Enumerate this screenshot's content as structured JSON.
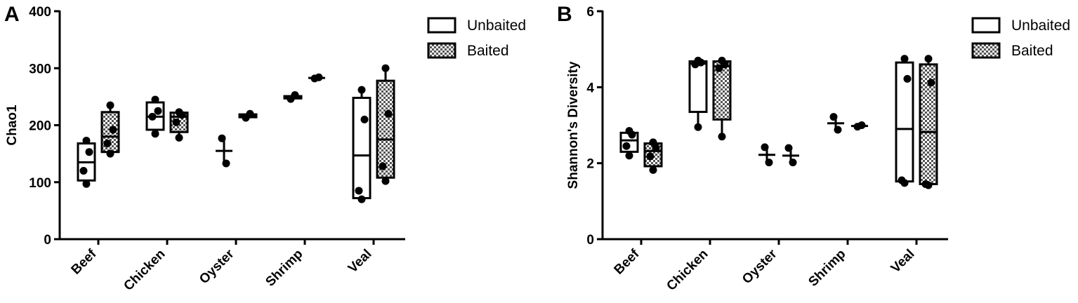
{
  "colors": {
    "ink": "#000000",
    "unbaited_fill": "#ffffff",
    "baited_pattern": "checkerboard"
  },
  "chart_data": [
    {
      "type": "box",
      "panel": "A",
      "ylabel": "Chao1",
      "ylim": [
        0,
        400
      ],
      "yticks": [
        0,
        100,
        200,
        300,
        400
      ],
      "categories": [
        "Beef",
        "Chicken",
        "Oyster",
        "Shrimp",
        "Veal"
      ],
      "legend": {
        "position": "top-right",
        "entries": [
          "Unbaited",
          "Baited"
        ]
      },
      "series": [
        {
          "name": "Unbaited",
          "groups": [
            {
              "category": "Beef",
              "min": 97,
              "q1": 103,
              "median": 135,
              "q3": 168,
              "max": 173,
              "points": [
                173,
                153,
                120,
                97
              ]
            },
            {
              "category": "Chicken",
              "min": 185,
              "q1": 192,
              "median": 215,
              "q3": 240,
              "max": 245,
              "points": [
                245,
                225,
                215,
                185
              ]
            },
            {
              "category": "Oyster",
              "min": 133,
              "q1": 155,
              "median": 155,
              "q3": 155,
              "max": 177,
              "points": [
                177,
                133
              ]
            },
            {
              "category": "Shrimp",
              "min": 246,
              "q1": 247,
              "median": 249,
              "q3": 251,
              "max": 253,
              "points": [
                246,
                253
              ]
            },
            {
              "category": "Veal",
              "min": 70,
              "q1": 72,
              "median": 147,
              "q3": 248,
              "max": 262,
              "points": [
                262,
                210,
                85,
                70
              ]
            }
          ]
        },
        {
          "name": "Baited",
          "groups": [
            {
              "category": "Beef",
              "min": 150,
              "q1": 153,
              "median": 180,
              "q3": 223,
              "max": 235,
              "points": [
                235,
                192,
                168,
                150
              ]
            },
            {
              "category": "Chicken",
              "min": 178,
              "q1": 188,
              "median": 215,
              "q3": 222,
              "max": 223,
              "points": [
                223,
                218,
                205,
                178
              ]
            },
            {
              "category": "Oyster",
              "min": 213,
              "q1": 214,
              "median": 217,
              "q3": 219,
              "max": 220,
              "points": [
                213,
                220
              ]
            },
            {
              "category": "Shrimp",
              "min": 282,
              "q1": 282,
              "median": 283,
              "q3": 283,
              "max": 284,
              "points": [
                282,
                284
              ]
            },
            {
              "category": "Veal",
              "min": 100,
              "q1": 108,
              "median": 175,
              "q3": 278,
              "max": 300,
              "points": [
                300,
                220,
                128,
                102
              ]
            }
          ]
        }
      ]
    },
    {
      "type": "box",
      "panel": "B",
      "ylabel": "Shannon's Diversity",
      "ylim": [
        0,
        6
      ],
      "yticks": [
        0,
        2,
        4,
        6
      ],
      "categories": [
        "Beef",
        "Chicken",
        "Oyster",
        "Shrimp",
        "Veal"
      ],
      "legend": {
        "position": "top-right",
        "entries": [
          "Unbaited",
          "Baited"
        ]
      },
      "series": [
        {
          "name": "Unbaited",
          "groups": [
            {
              "category": "Beef",
              "min": 2.2,
              "q1": 2.3,
              "median": 2.6,
              "q3": 2.8,
              "max": 2.85,
              "points": [
                2.85,
                2.75,
                2.45,
                2.2
              ]
            },
            {
              "category": "Chicken",
              "min": 2.95,
              "q1": 3.35,
              "median": 4.62,
              "q3": 4.68,
              "max": 4.7,
              "points": [
                4.7,
                4.65,
                4.6,
                2.95
              ]
            },
            {
              "category": "Oyster",
              "min": 2.02,
              "q1": 2.22,
              "median": 2.22,
              "q3": 2.22,
              "max": 2.42,
              "points": [
                2.42,
                2.02
              ]
            },
            {
              "category": "Shrimp",
              "min": 2.88,
              "q1": 3.05,
              "median": 3.05,
              "q3": 3.05,
              "max": 3.22,
              "points": [
                3.22,
                2.88
              ]
            },
            {
              "category": "Veal",
              "min": 1.48,
              "q1": 1.52,
              "median": 2.9,
              "q3": 4.65,
              "max": 4.75,
              "points": [
                4.75,
                4.22,
                1.55,
                1.48
              ]
            }
          ]
        },
        {
          "name": "Baited",
          "groups": [
            {
              "category": "Beef",
              "min": 1.82,
              "q1": 1.92,
              "median": 2.32,
              "q3": 2.52,
              "max": 2.55,
              "points": [
                2.55,
                2.4,
                2.18,
                1.82
              ]
            },
            {
              "category": "Chicken",
              "min": 2.7,
              "q1": 3.15,
              "median": 4.55,
              "q3": 4.68,
              "max": 4.7,
              "points": [
                4.7,
                4.6,
                4.5,
                2.7
              ]
            },
            {
              "category": "Oyster",
              "min": 2.02,
              "q1": 2.2,
              "median": 2.2,
              "q3": 2.2,
              "max": 2.4,
              "points": [
                2.4,
                2.02
              ]
            },
            {
              "category": "Shrimp",
              "min": 2.96,
              "q1": 2.97,
              "median": 2.98,
              "q3": 2.99,
              "max": 3.0,
              "points": [
                2.96,
                3.0
              ]
            },
            {
              "category": "Veal",
              "min": 1.42,
              "q1": 1.45,
              "median": 2.82,
              "q3": 4.6,
              "max": 4.75,
              "points": [
                4.75,
                4.12,
                1.45,
                1.42
              ]
            }
          ]
        }
      ]
    }
  ]
}
